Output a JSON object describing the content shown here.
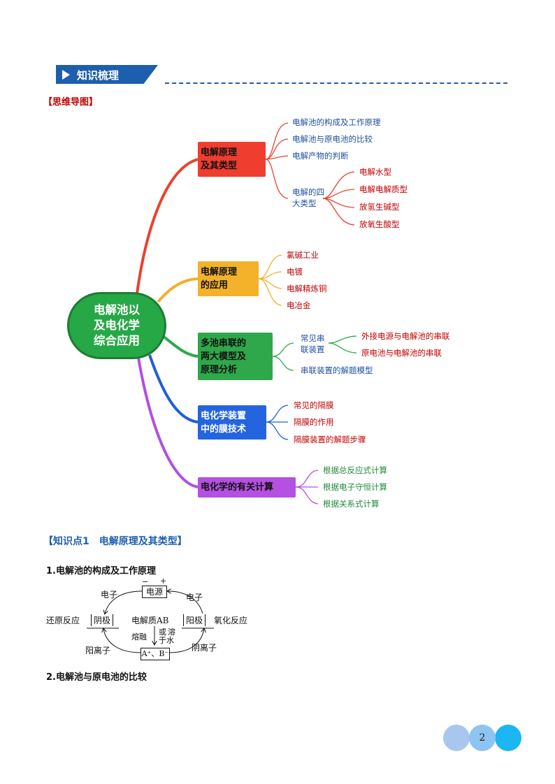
{
  "banner": {
    "title": "知识梳理"
  },
  "mindmap_title": "【思维导图】",
  "mindmap": {
    "central": [
      "电解池以",
      "及电化学",
      "综合应用"
    ],
    "branches": [
      {
        "label": [
          "电解原理",
          "及其类型"
        ],
        "color": "#e8432f",
        "leaves": [
          "电解池的构成及工作原理",
          "电解池与原电池的比较",
          "电解产物的判断"
        ],
        "sub": {
          "label": [
            "电解的四",
            "大类型"
          ],
          "leaves": [
            "电解水型",
            "电解电解质型",
            "放氢生碱型",
            "放氧生酸型"
          ]
        }
      },
      {
        "label": [
          "电解原理",
          "的应用"
        ],
        "color": "#f2b028",
        "leaves": [
          "氯碱工业",
          "电镀",
          "电解精炼铜",
          "电冶金"
        ]
      },
      {
        "label": [
          "多池串联的",
          "两大模型及",
          "原理分析"
        ],
        "color": "#2ea84a",
        "sub": {
          "label": [
            "常见串",
            "联装置"
          ],
          "leaves": [
            "外接电源与电解池的串联",
            "原电池与电解池的串联"
          ]
        },
        "leaves": [
          "串联装置的解题模型"
        ]
      },
      {
        "label": [
          "电化学装置",
          "中的膜技术"
        ],
        "color": "#1f5fd6",
        "leaves": [
          "常见的隔膜",
          "隔膜的作用",
          "隔膜装置的解题步骤"
        ]
      },
      {
        "label": [
          "电化学的有关计算"
        ],
        "color": "#b34fe0",
        "leaves": [
          "根据总反应式计算",
          "根据电子守恒计算",
          "根据关系式计算"
        ]
      }
    ]
  },
  "knowledge_point": "【知识点1　电解原理及其类型】",
  "heading1": "1.电解池的构成及工作原理",
  "diagram": {
    "power": "电源",
    "minus": "−",
    "plus": "+",
    "left_electron": "电子",
    "right_electron": "电子",
    "cathode": "阴极",
    "anode": "阳极",
    "reduction": "还原反应",
    "oxidation": "氧化反应",
    "electrolyte": "电解质AB",
    "melt": "熔融",
    "or": "或",
    "dissolve": [
      "溶",
      "于水"
    ],
    "ions": "A⁺、B⁻",
    "cation": "阳离子",
    "anion": "阴离子"
  },
  "heading2": "2.电解池与原电池的比较",
  "page_number": "2"
}
